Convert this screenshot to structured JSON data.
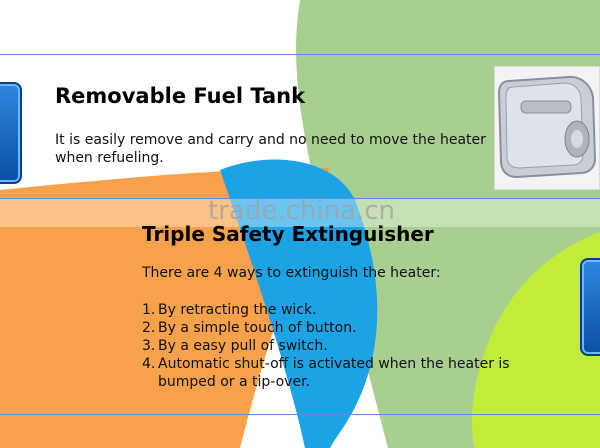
{
  "section1": {
    "title": "Removable Fuel Tank",
    "body_line1": "It is easily remove and carry and no need to move the heater",
    "body_line2": "when refueling."
  },
  "section2": {
    "title": "Triple Safety Extinguisher",
    "intro": "There are 4 ways to extinguish the heater:",
    "items": [
      {
        "num": "1.",
        "line1": "By retracting the wick.",
        "line2": ""
      },
      {
        "num": "2.",
        "line1": "By a simple touch of button.",
        "line2": ""
      },
      {
        "num": "3.",
        "line1": "By a easy pull of switch.",
        "line2": ""
      },
      {
        "num": "4.",
        "line1": "Automatic shut-off is activated when the heater is",
        "line2": "bumped or a tip-over."
      }
    ]
  },
  "watermark": "trade.china.cn",
  "colors": {
    "green": "#a8cf8f",
    "orange": "#f7a24a",
    "blue": "#1ca3e6",
    "lime": "#c2ec3a",
    "rule": "#5b8fd6"
  }
}
